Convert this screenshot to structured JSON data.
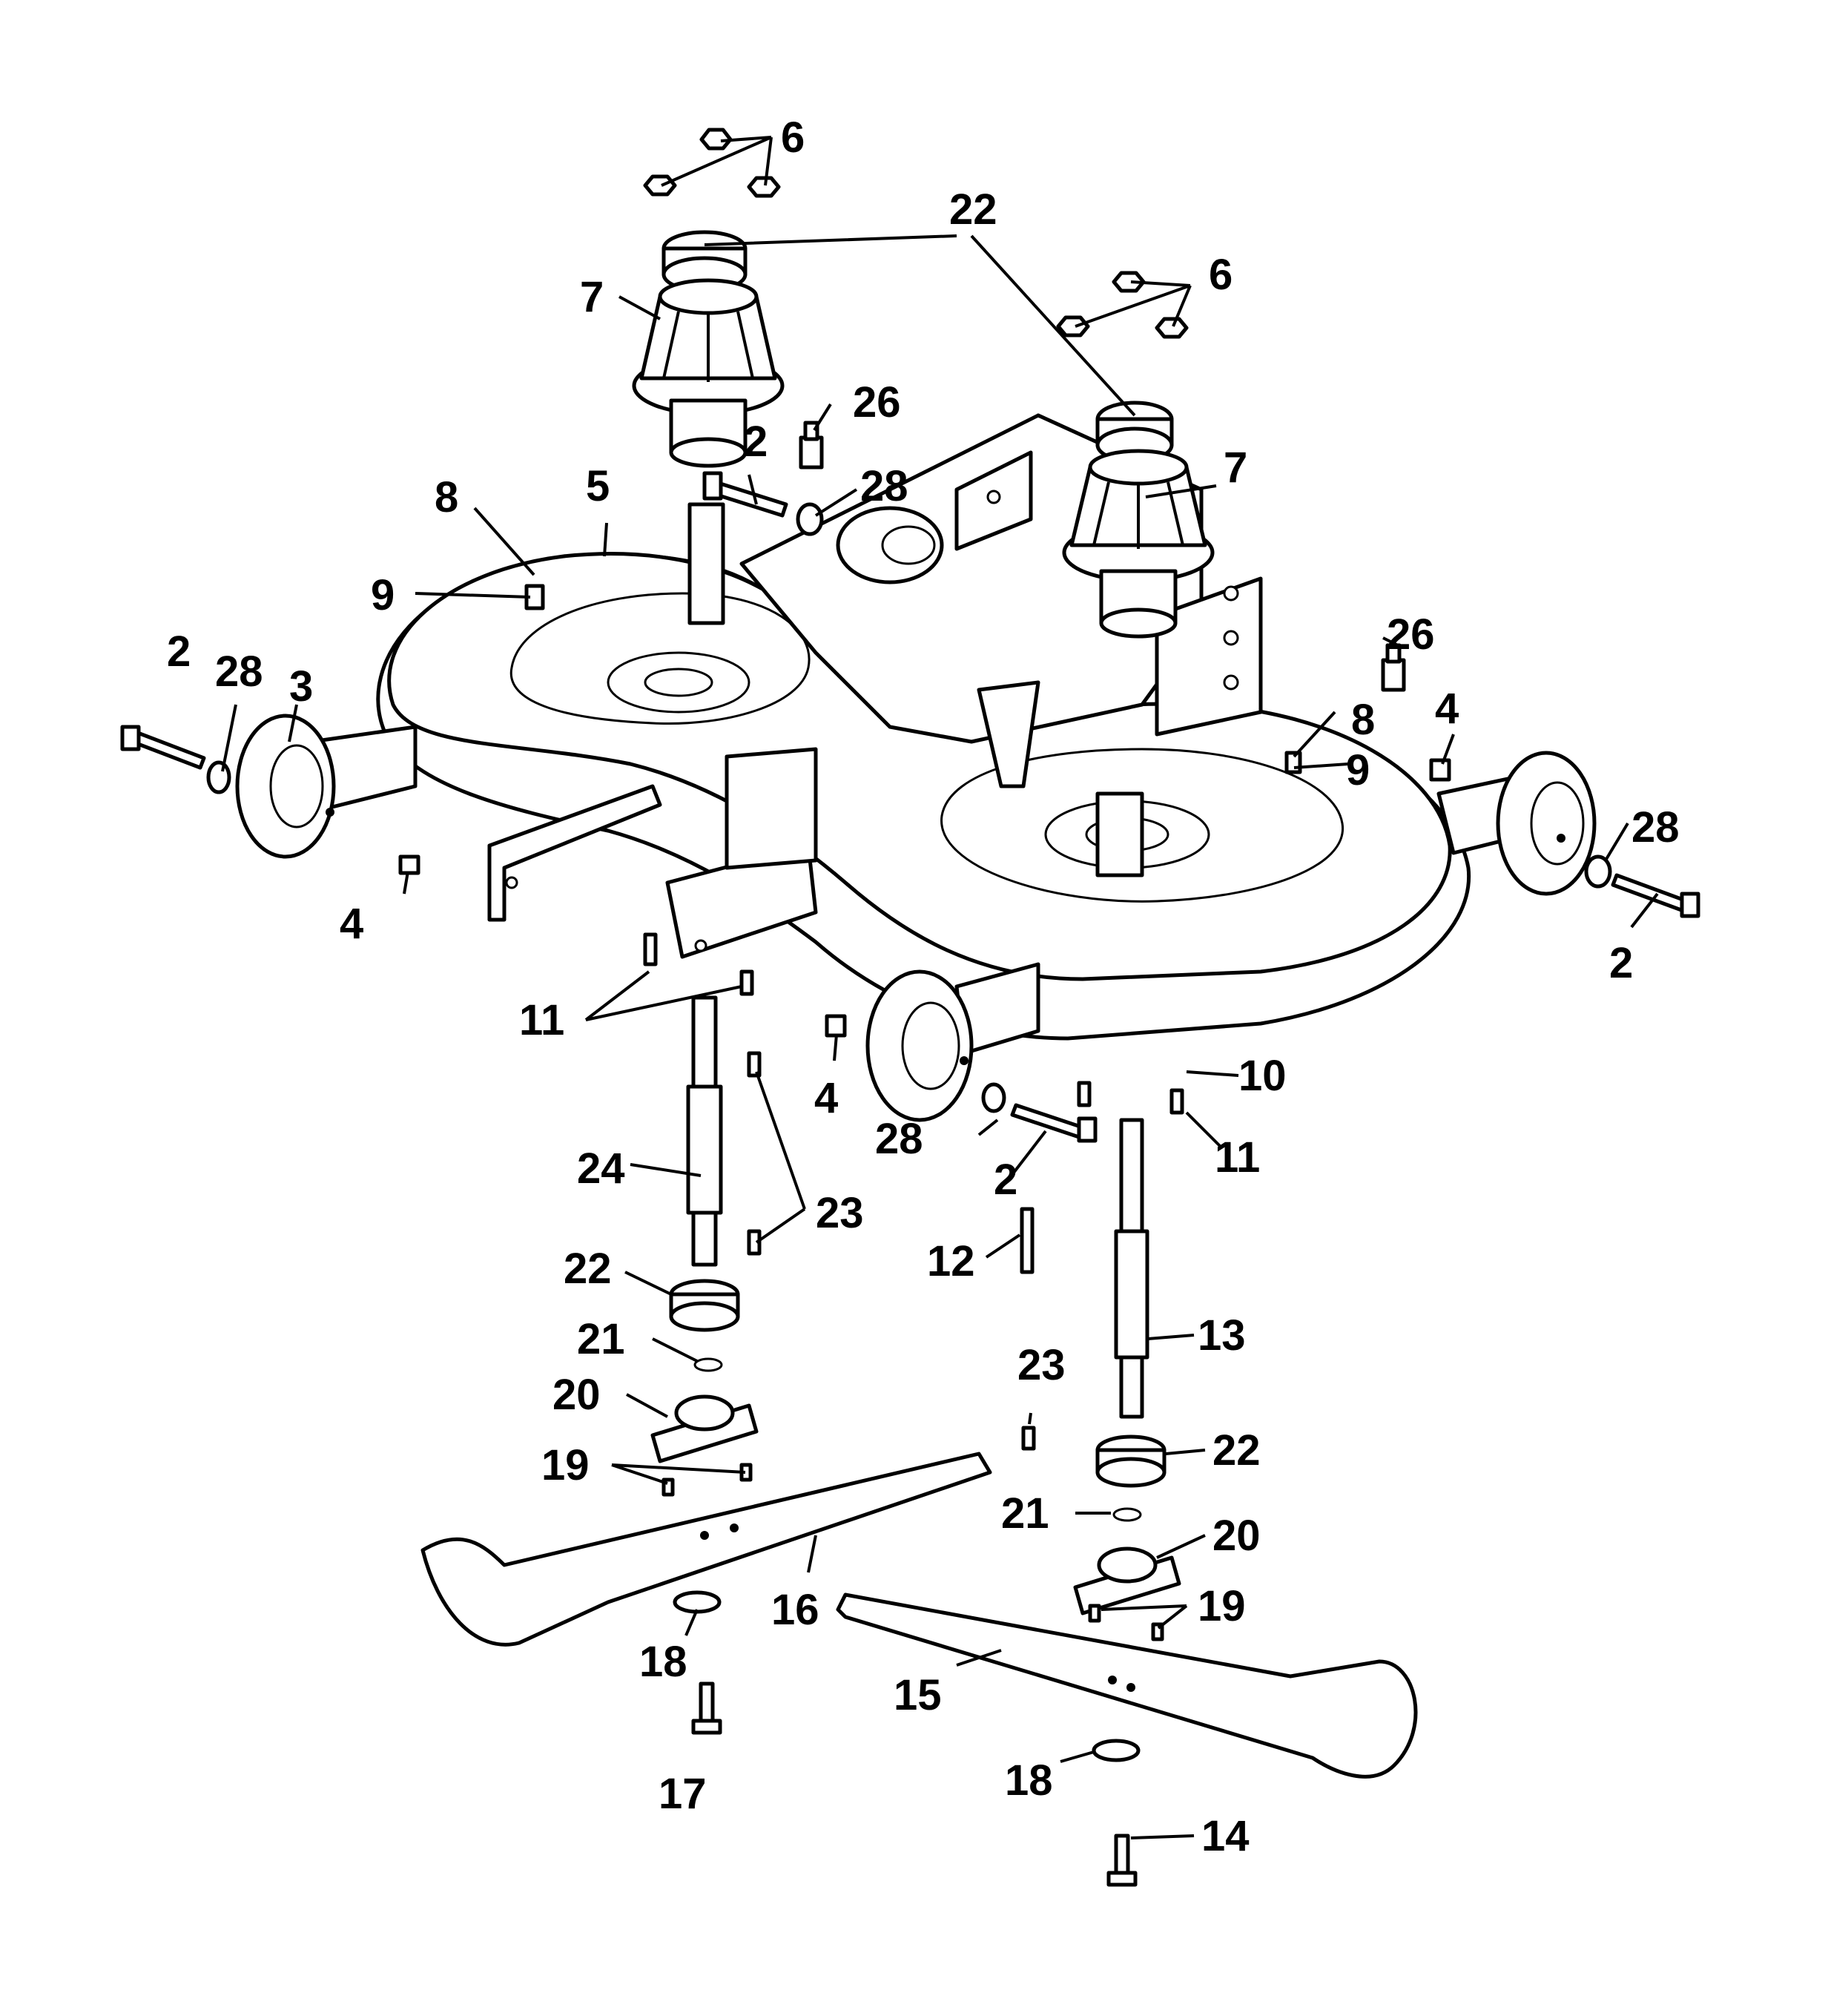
{
  "diagram": {
    "labels": {
      "c6a": "6",
      "c22a": "22",
      "c6b": "6",
      "c7a": "7",
      "c26a": "26",
      "c2a": "2",
      "c28a": "28",
      "c7b": "7",
      "c8a": "8",
      "c5": "5",
      "c9a": "9",
      "c2b": "2",
      "c28b": "28",
      "c3": "3",
      "c26b": "26",
      "c8b": "8",
      "c4a": "4",
      "c9b": "9",
      "c28c": "28",
      "c4b": "4",
      "c2c": "2",
      "c11a": "11",
      "c4c": "4",
      "c10": "10",
      "c28d": "28",
      "c11b": "11",
      "c24": "24",
      "c2d": "2",
      "c23a": "23",
      "c12": "12",
      "c22b": "22",
      "c21a": "21",
      "c13": "13",
      "c20a": "20",
      "c23b": "23",
      "c19a": "19",
      "c22c": "22",
      "c21b": "21",
      "c20b": "20",
      "c16": "16",
      "c19b": "19",
      "c18a": "18",
      "c15": "15",
      "c17": "17",
      "c18b": "18",
      "c14": "14"
    }
  }
}
